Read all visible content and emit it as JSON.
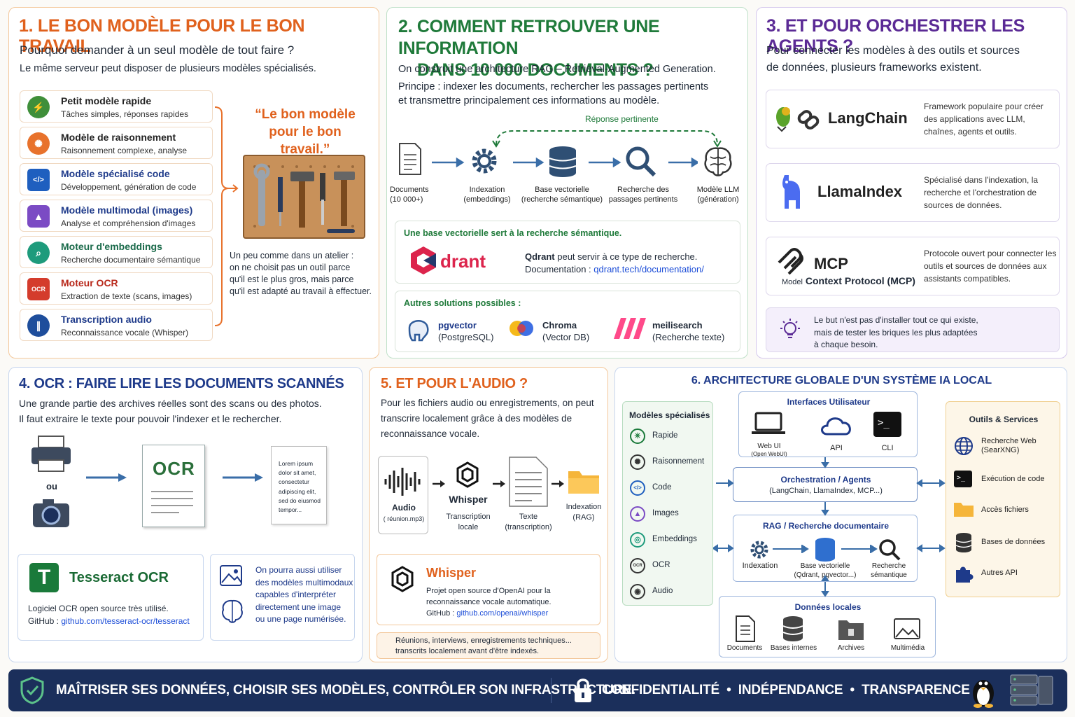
{
  "p1": {
    "title": "1. LE BON MODÈLE POUR LE BON TRAVAIL",
    "q": "Pourquoi demander à un seul modèle de tout faire ?",
    "sub": "Le même serveur peut disposer de plusieurs modèles spécialisés.",
    "models": [
      {
        "t": "Petit modèle rapide",
        "d": "Tâches simples, réponses rapides",
        "color": "#3f8f3a",
        "icon": "lightning-icon"
      },
      {
        "t": "Modèle de raisonnement",
        "d": "Raisonnement complexe, analyse",
        "color": "#e8722c",
        "icon": "brain-icon"
      },
      {
        "t": "Modèle spécialisé code",
        "d": "Développement, génération de code",
        "color": "#1f5fbf",
        "icon": "code-icon"
      },
      {
        "t": "Modèle multimodal (images)",
        "d": "Analyse et compréhension d'images",
        "color": "#7b4bc4",
        "icon": "image-icon"
      },
      {
        "t": "Moteur d'embeddings",
        "d": "Recherche documentaire sémantique",
        "color": "#1e9b7c",
        "icon": "search-icon"
      },
      {
        "t": "Moteur OCR",
        "d": "Extraction de texte (scans, images)",
        "color": "#d43c2c",
        "icon": "ocr-icon"
      },
      {
        "t": "Transcription audio",
        "d": "Reconnaissance vocale (Whisper)",
        "color": "#1e4e9c",
        "icon": "waveform-icon"
      }
    ],
    "quote": "“Le bon modèle pour le bon travail.”",
    "atelier": [
      "Un peu comme dans un atelier :",
      "on ne choisit pas un outil parce",
      "qu'il est le plus gros, mais parce",
      "qu'il est adapté au travail à effectuer."
    ]
  },
  "p2": {
    "title1": "2. COMMENT RETROUVER UNE INFORMATION",
    "title2": "DANS 10 000 DOCUMENTS ?",
    "l1": "On construit une architecture RAG – Retrieval-Augmented Generation.",
    "l2": "Principe : indexer les documents, rechercher les passages pertinents",
    "l3": "et transmettre principalement ces informations au modèle.",
    "rep": "Réponse pertinente",
    "flow": [
      [
        "Documents",
        "(10 000+)"
      ],
      [
        "Indexation",
        "(embeddings)"
      ],
      [
        "Base vectorielle",
        "(recherche sémantique)"
      ],
      [
        "Recherche des",
        "passages pertinents"
      ],
      [
        "Modèle LLM",
        "(génération)"
      ]
    ],
    "qbox": {
      "title": "Une base vectorielle sert à la recherche sémantique.",
      "logo": "drant",
      "l1a": "Qdrant",
      "l1b": " peut servir à ce type de recherche.",
      "l2a": "Documentation : ",
      "l2b": "qdrant.tech/documentation/"
    },
    "alt": {
      "title": "Autres solutions possibles :",
      "items": [
        [
          "pgvector",
          "(PostgreSQL)"
        ],
        [
          "Chroma",
          "(Vector DB)"
        ],
        [
          "meilisearch",
          "(Recherche texte)"
        ]
      ]
    }
  },
  "p3": {
    "title": "3. ET POUR ORCHESTRER LES AGENTS ?",
    "l1": "Pour connecter les modèles à des outils et sources",
    "l2": "de données, plusieurs frameworks existent.",
    "fw": [
      {
        "name": "LangChain",
        "d": "Framework populaire pour créer des applications avec LLM, chaînes, agents et outils."
      },
      {
        "name": "LlamaIndex",
        "d": "Spécialisé dans l'indexation, la recherche et l'orchestration de sources de données."
      },
      {
        "name": "MCP",
        "sub1": "Model",
        "sub2": " Context Protocol (MCP)",
        "d": "Protocole ouvert pour connecter les outils et sources de données aux assistants compatibles."
      }
    ],
    "tip": [
      "Le but n'est pas d'installer tout ce qui existe,",
      "mais de tester les briques les plus adaptées",
      "à chaque besoin."
    ]
  },
  "p4": {
    "title": "4. OCR : FAIRE LIRE LES DOCUMENTS SCANNÉS",
    "l1": "Une grande partie des archives réelles sont des scans ou des photos.",
    "l2": "Il faut extraire le texte pour pouvoir l'indexer et le rechercher.",
    "ou": "ou",
    "ocr": "OCR",
    "lorem": [
      "Lorem ipsum",
      "dolor sit amet,",
      "consectetur",
      "adipiscing elit,",
      "sed do eiusmod",
      "tempor..."
    ],
    "tess": {
      "name": "Tesseract OCR",
      "l1": "Logiciel OCR open source très utilisé.",
      "l2a": "GitHub : ",
      "l2b": "github.com/tesseract-ocr/tesseract"
    },
    "mm": [
      "On pourra aussi utiliser",
      "des modèles multimodaux",
      "capables d'interpréter",
      "directement une image",
      "ou une page numérisée."
    ]
  },
  "p5": {
    "title": "5. ET POUR L'AUDIO ?",
    "l": [
      "Pour les fichiers audio ou enregistrements, on peut",
      "transcrire localement grâce à des modèles de",
      "reconnaissance vocale."
    ],
    "flow": {
      "audio": "Audio",
      "audio2": "( réunion.mp3)",
      "whisper": "Whisper",
      "tr1": "Transcription",
      "tr2": "locale",
      "tx1": "Texte",
      "tx2": "(transcription)",
      "ix1": "Indexation",
      "ix2": "(RAG)"
    },
    "wbox": {
      "name": "Whisper",
      "l1": "Projet open source d'OpenAI pour la",
      "l2": "reconnaissance vocale automatique.",
      "l3a": "GitHub : ",
      "l3b": "github.com/openai/whisper"
    },
    "note": [
      "Réunions, interviews, enregistrements techniques...",
      "transcrits localement avant d'être indexés."
    ]
  },
  "p6": {
    "title": "6. ARCHITECTURE GLOBALE D'UN SYSTÈME IA LOCAL",
    "left": {
      "title": "Modèles spécialisés",
      "items": [
        "Rapide",
        "Raisonnement",
        "Code",
        "Images",
        "Embeddings",
        "OCR",
        "Audio"
      ]
    },
    "ui": {
      "title": "Interfaces Utilisateur",
      "items": [
        [
          "Web UI",
          "(Open WebUI)"
        ],
        [
          "API",
          ""
        ],
        [
          "CLI",
          ""
        ]
      ]
    },
    "orch": {
      "t": "Orchestration / Agents",
      "d": "(LangChain, LlamaIndex, MCP...)"
    },
    "rag": {
      "t": "RAG / Recherche documentaire",
      "items": [
        [
          "Indexation",
          ""
        ],
        [
          "Base vectorielle",
          "(Qdrant, pgvector...)"
        ],
        [
          "Recherche",
          "sémantique"
        ]
      ]
    },
    "data": {
      "t": "Données locales",
      "items": [
        "Documents",
        "Bases internes",
        "Archives",
        "Multimédia"
      ]
    },
    "tools": {
      "title": "Outils & Services",
      "items": [
        [
          "Recherche Web",
          "(SearXNG)"
        ],
        [
          "Exécution de code",
          ""
        ],
        [
          "Accès fichiers",
          ""
        ],
        [
          "Bases de données",
          ""
        ],
        [
          "Autres API",
          ""
        ]
      ]
    }
  },
  "footer": {
    "left": "MAÎTRISER SES DONNÉES, CHOISIR SES MODÈLES, CONTRÔLER SON INFRASTRUCTURE.",
    "right": "CONFIDENTIALITÉ  •  INDÉPENDANCE  •  TRANSPARENCE"
  }
}
